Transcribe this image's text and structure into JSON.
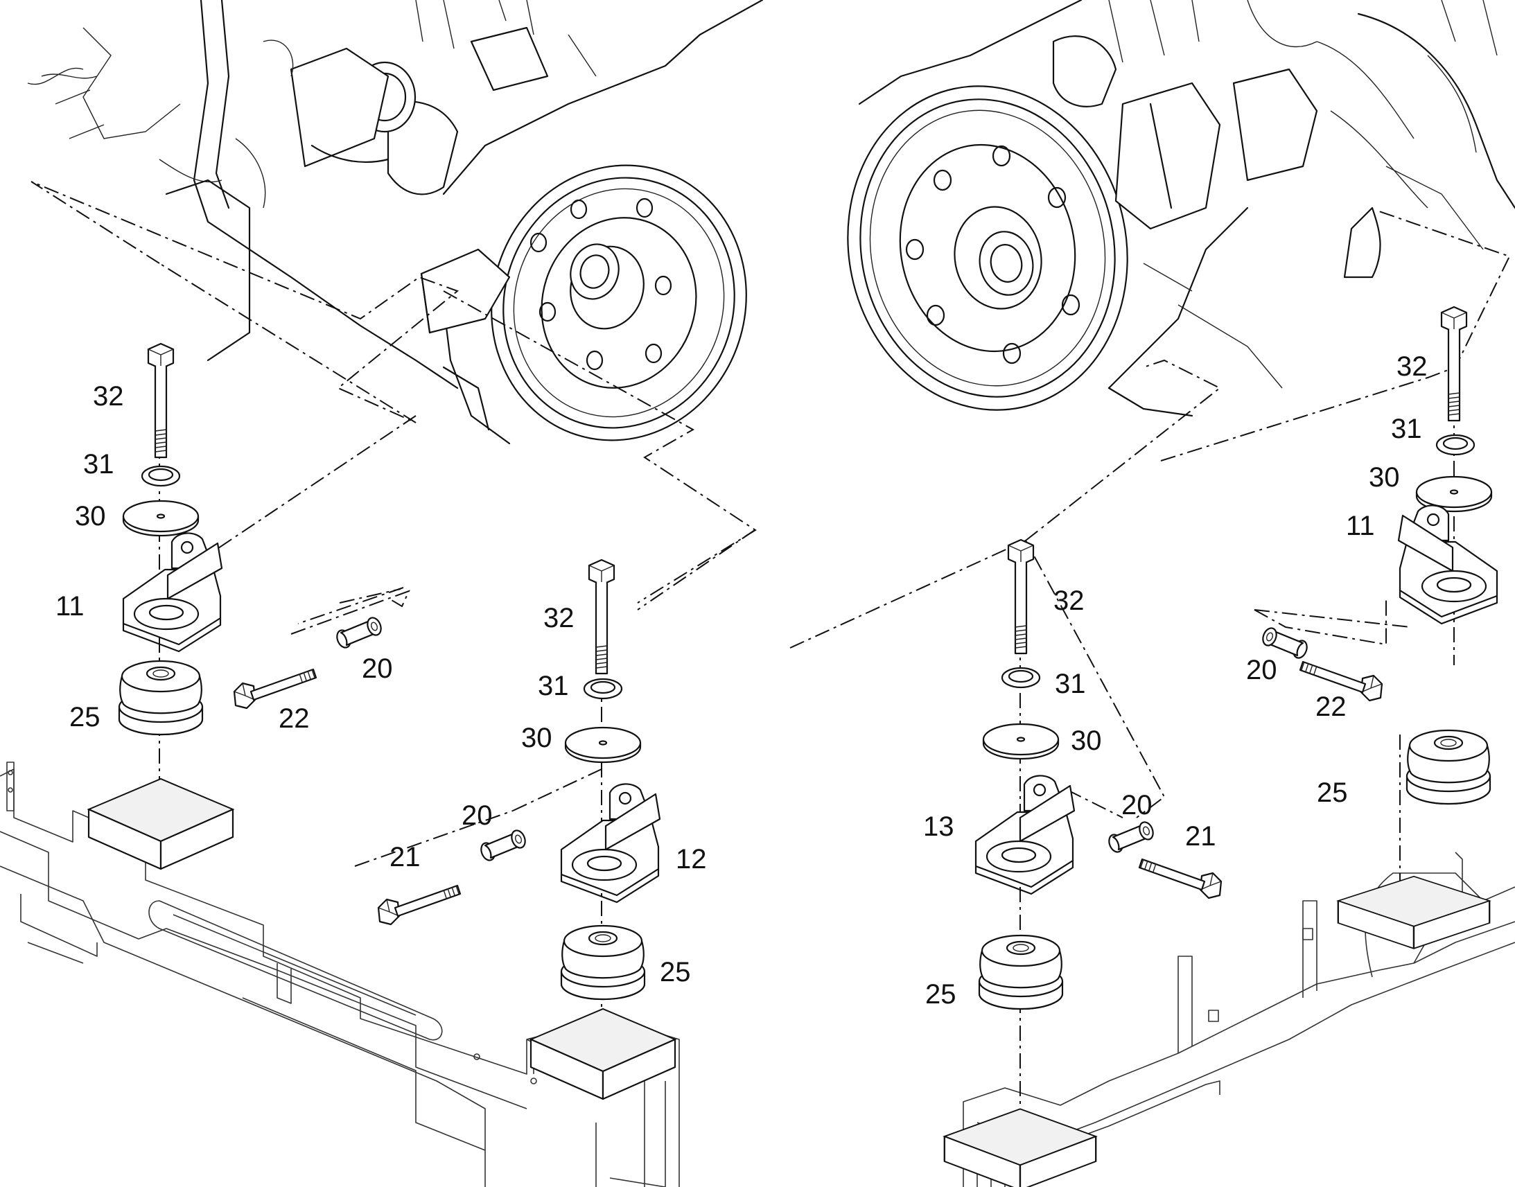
{
  "callouts": {
    "left": {
      "bolt_rear": "32",
      "washer_small_rear": "31",
      "washer_large_rear": "30",
      "bracket_rear": "11",
      "spacer_rear": "20",
      "bolt_side_rear": "22",
      "mount_rear": "25",
      "bolt_front": "32",
      "washer_small_front": "31",
      "washer_large_front": "30",
      "spacer_front": "20",
      "bolt_side_front": "21",
      "bracket_front": "12",
      "mount_front": "25"
    },
    "right": {
      "bolt_rear": "32",
      "washer_small_rear": "31",
      "washer_large_rear": "30",
      "bracket_rear": "11",
      "spacer_rear": "20",
      "bolt_side_rear": "22",
      "mount_rear": "25",
      "bolt_front": "32",
      "washer_small_front": "31",
      "washer_large_front": "30",
      "bracket_front": "13",
      "spacer_front": "20",
      "bolt_side_front": "21",
      "mount_front": "25"
    }
  },
  "icons": [
    "engine-assembly-left",
    "engine-assembly-right",
    "chassis-frame-left",
    "chassis-frame-right",
    "rubber-mount",
    "hex-bolt",
    "flat-washer",
    "spring-washer",
    "engine-bracket",
    "spacer-sleeve"
  ]
}
